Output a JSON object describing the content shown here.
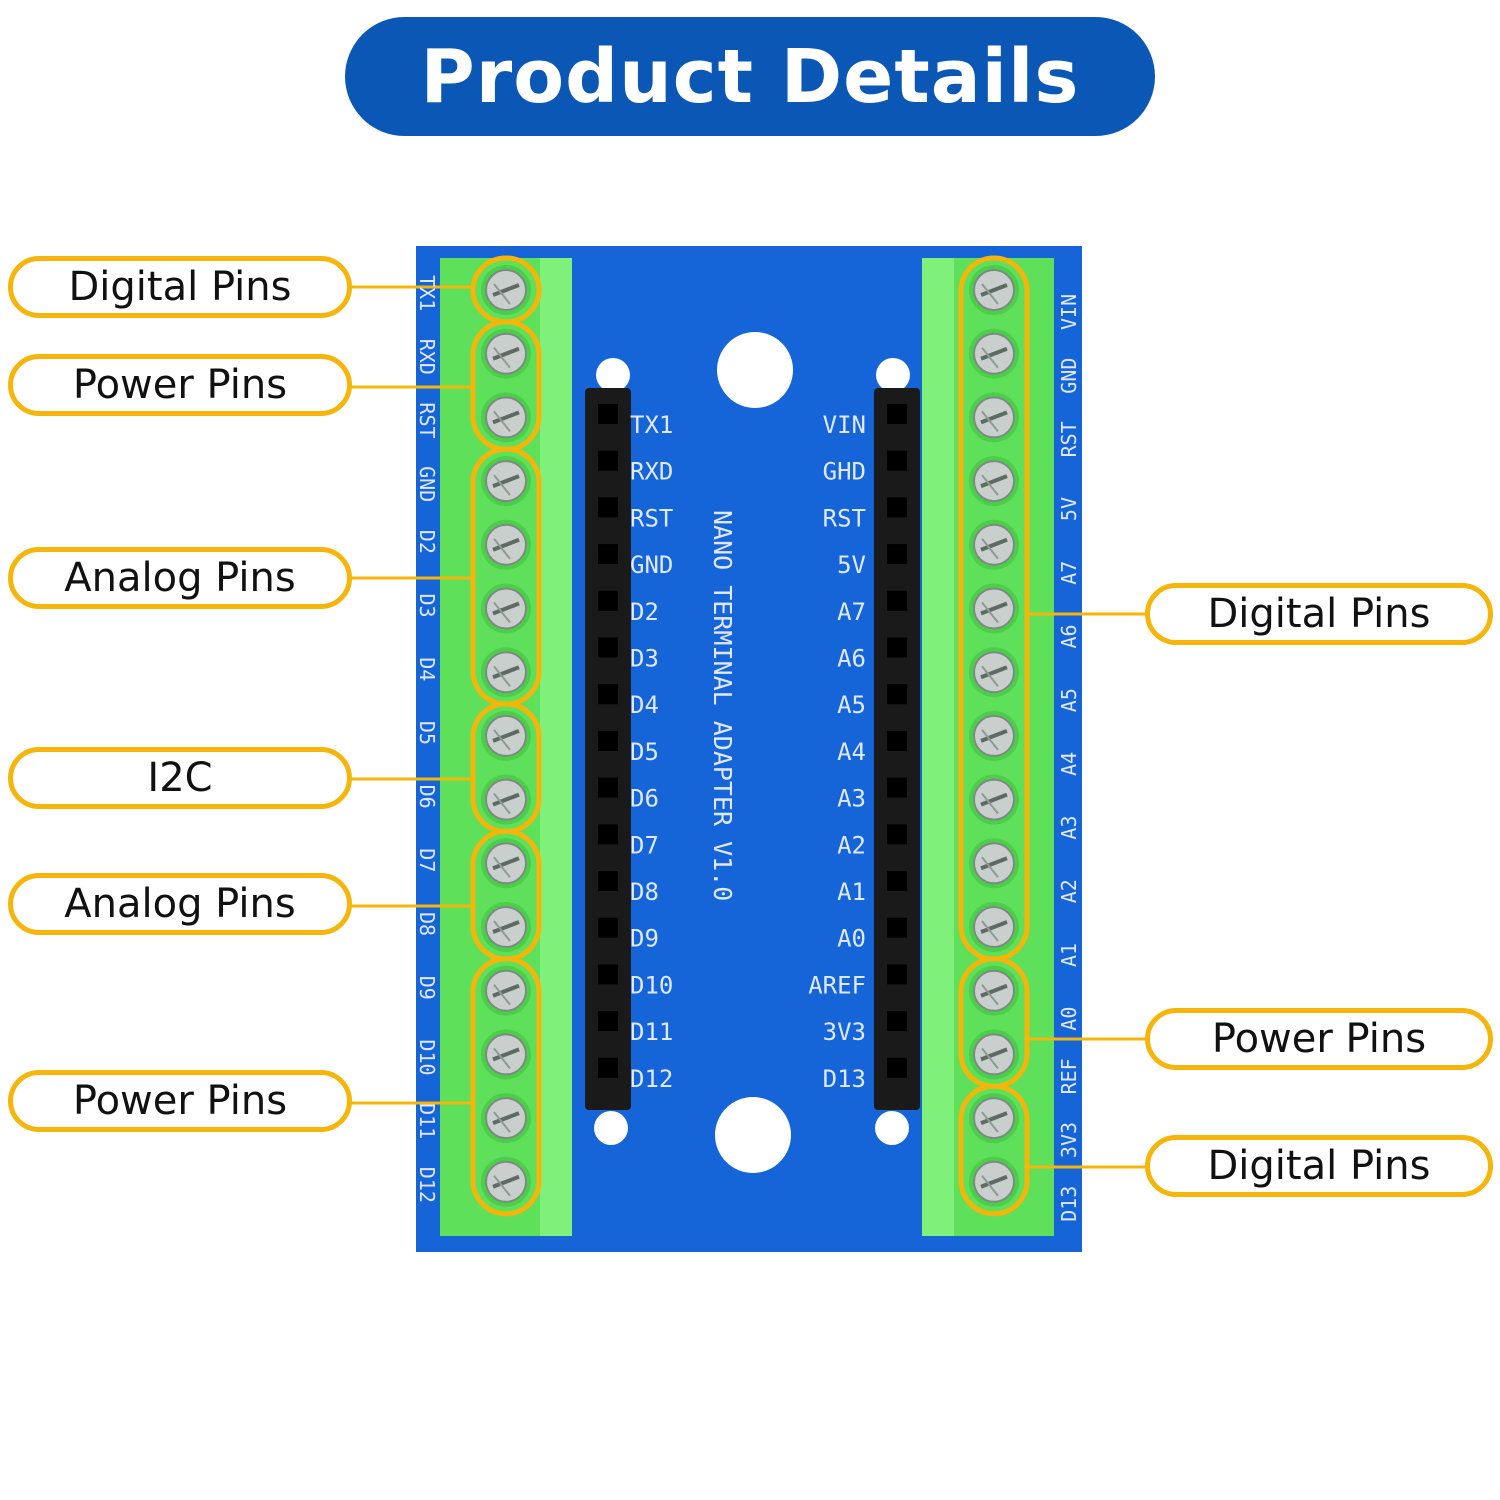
{
  "title": "Product Details",
  "board": {
    "name_text": "NANO TERMINAL ADAPTER V1.0",
    "left_header_labels": [
      "TX1",
      "RXD",
      "RST",
      "GND",
      "D2",
      "D3",
      "D4",
      "D5",
      "D6",
      "D7",
      "D8",
      "D9",
      "D10",
      "D11",
      "D12"
    ],
    "right_header_labels": [
      "VIN",
      "GHD",
      "RST",
      "5V",
      "A7",
      "A6",
      "A5",
      "A4",
      "A3",
      "A2",
      "A1",
      "A0",
      "AREF",
      "3V3",
      "D13"
    ],
    "left_edge_labels": [
      "TX1",
      "RXD",
      "RST",
      "GND",
      "D2",
      "D3",
      "D4",
      "D5",
      "D6",
      "D7",
      "D8",
      "D9",
      "D10",
      "D11",
      "D12"
    ],
    "right_edge_labels": [
      "VIN",
      "GND",
      "RST",
      "5V",
      "A7",
      "A6",
      "A5",
      "A4",
      "A3",
      "A2",
      "A1",
      "A0",
      "REF",
      "3V3",
      "D13"
    ],
    "colors": {
      "pcb": "#1565d8",
      "terminal": "#5fe05a",
      "header": "#1a1a1a",
      "callout_border": "#f5b50a",
      "title_bg": "#0b57b5"
    }
  },
  "callouts": {
    "left": [
      "Digital Pins",
      "Power Pins",
      "Analog Pins",
      "I2C",
      "Analog Pins",
      "Power Pins"
    ],
    "right": [
      "Digital Pins",
      "Power Pins",
      "Digital Pins"
    ]
  }
}
